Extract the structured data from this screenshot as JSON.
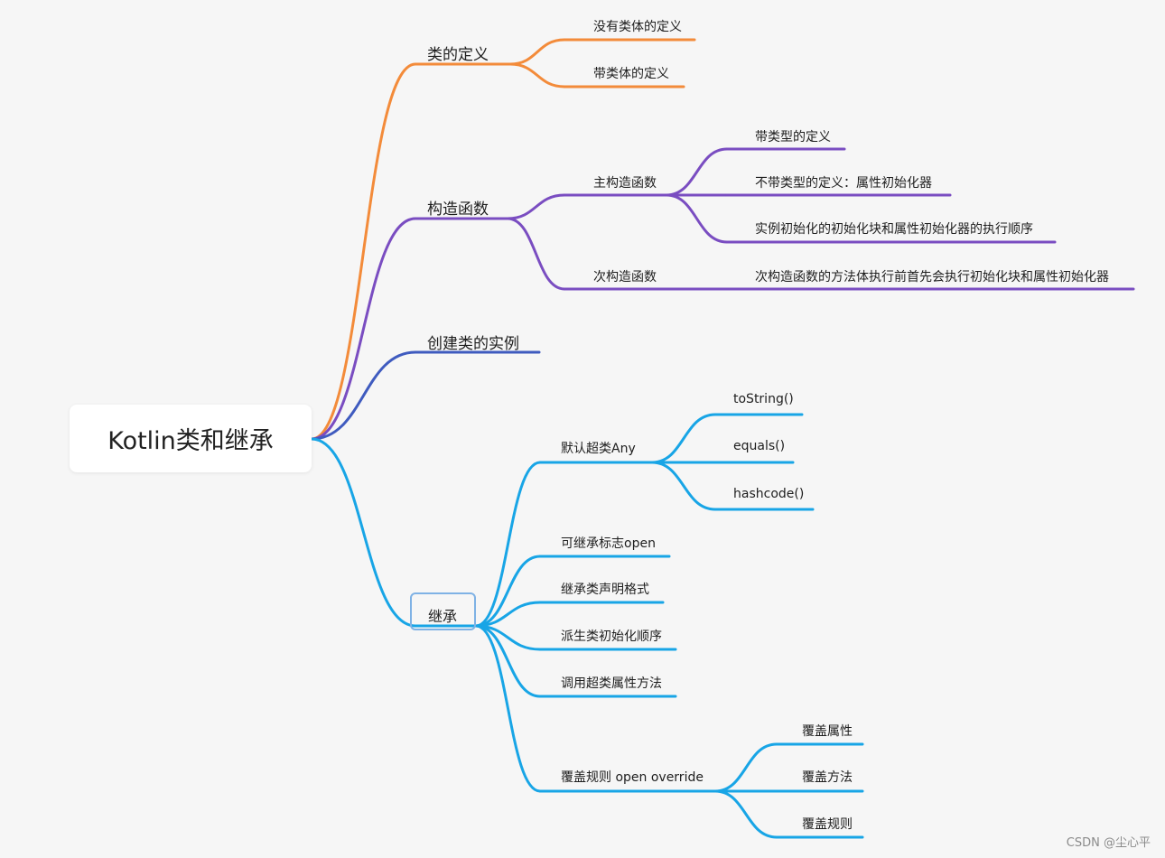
{
  "root": {
    "label": "Kotlin类和继承"
  },
  "branches": {
    "class_def": {
      "label": "类的定义",
      "color": "#f38b3a",
      "children": [
        "没有类体的定义",
        "带类体的定义"
      ]
    },
    "constructor": {
      "label": "构造函数",
      "color": "#7a4dc1",
      "primary": {
        "label": "主构造函数",
        "children": [
          "带类型的定义",
          "不带类型的定义：属性初始化器",
          "实例初始化的初始化块和属性初始化器的执行顺序"
        ]
      },
      "secondary": {
        "label": "次构造函数",
        "children": [
          "次构造函数的方法体执行前首先会执行初始化块和属性初始化器"
        ]
      }
    },
    "instance": {
      "label": "创建类的实例",
      "color": "#3f5bbf"
    },
    "inheritance": {
      "label": "继承",
      "color": "#18a5e6",
      "any": {
        "label": "默认超类Any",
        "children": [
          "toString()",
          "equals()",
          "hashcode()"
        ]
      },
      "open_mark": "可继承标志open",
      "declaration": "继承类声明格式",
      "init_order": "派生类初始化顺序",
      "call_super": "调用超类属性方法",
      "override": {
        "label": "覆盖规则 open override",
        "children": [
          "覆盖属性",
          "覆盖方法",
          "覆盖规则"
        ]
      }
    }
  },
  "watermark": "CSDN @尘心平"
}
